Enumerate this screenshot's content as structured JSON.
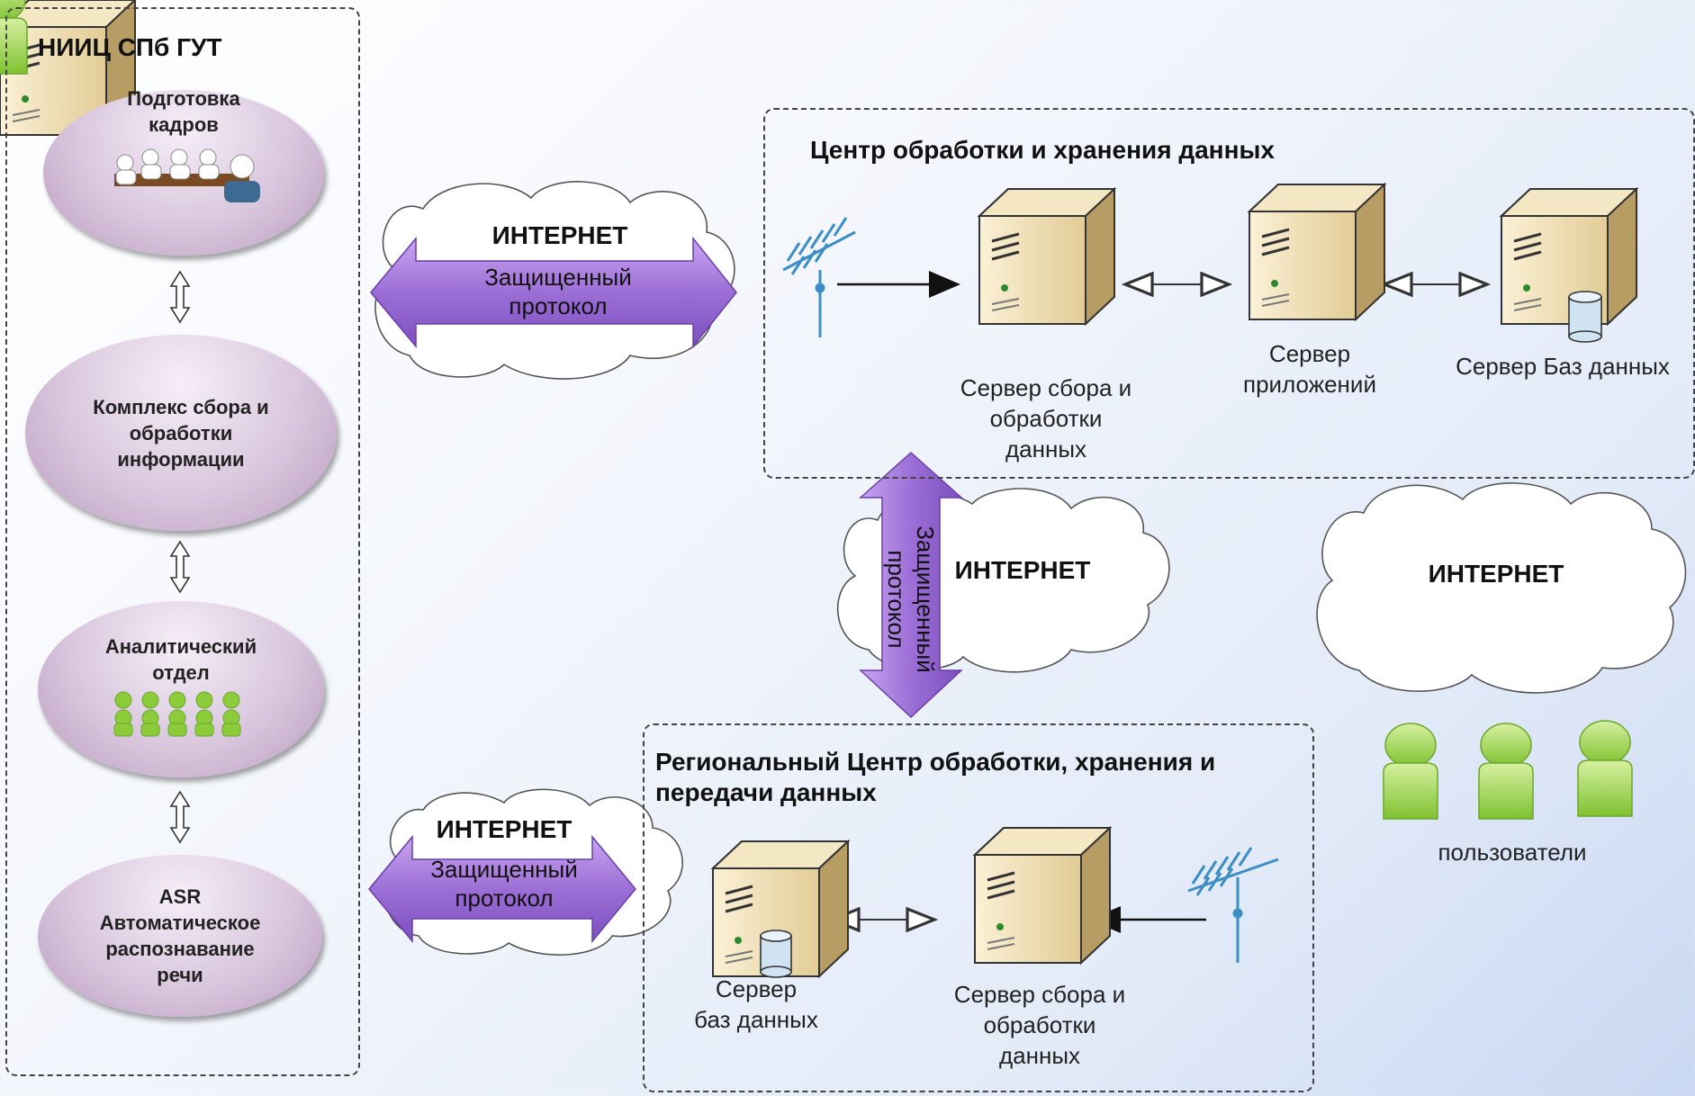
{
  "niiic": {
    "title": "НИИЦ СПб ГУТ",
    "units": [
      {
        "label": "Подготовка\nкадров"
      },
      {
        "label": "Комплекс сбора и\nобработки\nинформации"
      },
      {
        "label": "Аналитический\nотдел"
      },
      {
        "label": "ASR\nАвтоматическое\nраспознавание\nречи"
      }
    ]
  },
  "internet_label": "ИНТЕРНЕТ",
  "secure_protocol": "Защищенный\nпротокол",
  "center": {
    "title": "Центр обработки и хранения данных",
    "servers": [
      {
        "label": "Сервер сбора и\nобработки\nданных"
      },
      {
        "label": "Сервер\nприложений"
      },
      {
        "label": "Сервер Баз данных"
      }
    ]
  },
  "regional": {
    "title": "Региональный Центр обработки, хранения и\nпередачи данных",
    "servers": [
      {
        "label": "Сервер\nбаз данных"
      },
      {
        "label": "Сервер сбора и\nобработки\nданных"
      }
    ]
  },
  "users": {
    "label": "пользователи"
  },
  "colors": {
    "arrow_purple": "#9c6fd6",
    "user_green": "#8ccc3a",
    "server_beige": "#ead7a8"
  }
}
